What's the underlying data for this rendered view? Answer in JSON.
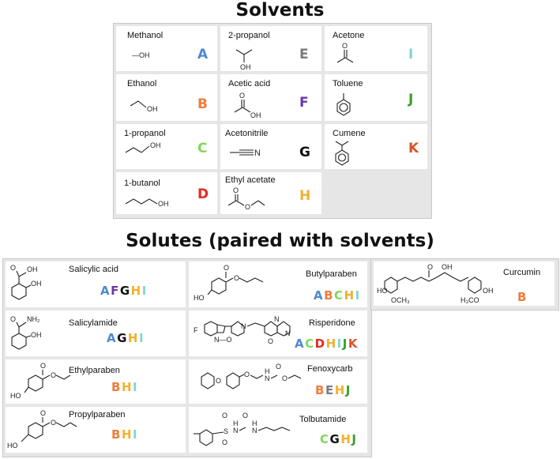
{
  "titles": {
    "solvents": "Solvents",
    "solutes": "Solutes (paired with solvents)"
  },
  "letter_colors": {
    "A": "#4f89d1",
    "B": "#f07c3a",
    "C": "#7ed957",
    "D": "#e8281f",
    "E": "#7b7b7b",
    "F": "#6a3aa8",
    "G": "#111111",
    "H": "#f2b12e",
    "I": "#7fd6d2",
    "J": "#3a9e2a",
    "K": "#d9542a"
  },
  "solvents": [
    {
      "name": "Methanol",
      "letter": "A",
      "atom": "—OH"
    },
    {
      "name": "2-propanol",
      "letter": "E",
      "atom": "OH"
    },
    {
      "name": "Acetone",
      "letter": "I",
      "atom": "O"
    },
    {
      "name": "Ethanol",
      "letter": "B",
      "atom": "OH"
    },
    {
      "name": "Acetic acid",
      "letter": "F",
      "atom": "OH"
    },
    {
      "name": "Toluene",
      "letter": "J",
      "atom": ""
    },
    {
      "name": "1-propanol",
      "letter": "C",
      "atom": "OH"
    },
    {
      "name": "Acetonitrile",
      "letter": "G",
      "atom": "N"
    },
    {
      "name": "Cumene",
      "letter": "K",
      "atom": ""
    },
    {
      "name": "1-butanol",
      "letter": "D",
      "atom": "OH"
    },
    {
      "name": "Ethyl acetate",
      "letter": "H",
      "atom": "O"
    }
  ],
  "solutes": [
    {
      "name": "Salicylic acid",
      "letters": [
        "A",
        "F",
        "G",
        "H",
        "I"
      ],
      "atoms": [
        "OH",
        "OH",
        "O"
      ]
    },
    {
      "name": "Butylparaben",
      "letters": [
        "A",
        "B",
        "C",
        "H",
        "I"
      ],
      "atoms": [
        "HO",
        "O",
        "O"
      ]
    },
    {
      "name": "Curcumin",
      "letters": [
        "B"
      ],
      "atoms": [
        "O",
        "OH",
        "HO",
        "OCH₃",
        "H₃CO",
        "OH"
      ]
    },
    {
      "name": "Salicylamide",
      "letters": [
        "A",
        "G",
        "H",
        "I"
      ],
      "atoms": [
        "NH₂",
        "O",
        "OH"
      ]
    },
    {
      "name": "Risperidone",
      "letters": [
        "A",
        "C",
        "D",
        "H",
        "I",
        "J",
        "K"
      ],
      "atoms": [
        "F",
        "N",
        "O",
        "N",
        "N",
        "O"
      ]
    },
    {
      "name": "Ethylparaben",
      "letters": [
        "B",
        "H",
        "I"
      ],
      "atoms": [
        "HO",
        "O",
        "O"
      ]
    },
    {
      "name": "Fenoxycarb",
      "letters": [
        "B",
        "E",
        "H",
        "J"
      ],
      "atoms": [
        "O",
        "O",
        "H",
        "N",
        "O",
        "O"
      ]
    },
    {
      "name": "Propylparaben",
      "letters": [
        "B",
        "H",
        "I"
      ],
      "atoms": [
        "HO",
        "O",
        "O"
      ]
    },
    {
      "name": "Tolbutamide",
      "letters": [
        "C",
        "G",
        "H",
        "J"
      ],
      "atoms": [
        "O",
        "S",
        "O",
        "H",
        "N",
        "H",
        "N",
        "O"
      ]
    }
  ]
}
